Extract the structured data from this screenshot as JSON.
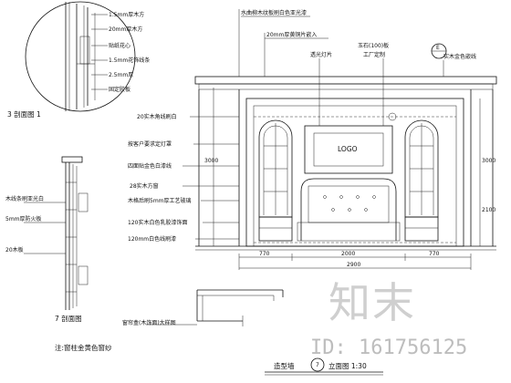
{
  "section_a": {
    "leaders": [
      "1.5mm厚木方",
      "20mm厚木方",
      "贴纸花心",
      "1.5mm花饰线条",
      "2.5mm厚",
      "固定胶板"
    ],
    "caption": "3 剖面图 1"
  },
  "section_b": {
    "leaders": [
      "木线条刷亚光白",
      "5mm厚防火板",
      "20木板"
    ],
    "caption": "7 剖面图"
  },
  "top_notes": [
    "水曲柳木纹板刷白色亚光漆",
    "20mm厚黄铜片嵌入",
    "透光灯片",
    "玉石(100)板",
    "工厂定制",
    "实木金色嵌线"
  ],
  "elevation_notes": [
    "20实木角线刷白",
    "按客户要求定灯罩",
    "四面贴金色白漆线",
    "28实木方窗",
    "木格后刷5mm厚工艺玻璃",
    "120实木白色乳胶漆饰面",
    "120mm白色线刷漆"
  ],
  "dims": {
    "bottom_total": "2900",
    "bottom_parts": [
      "770",
      "2000",
      "770"
    ],
    "side_heights": [
      "3000",
      "2100",
      "3000"
    ]
  },
  "window_section_label": "窗帘盒(木饰面)大样图",
  "footnote": "注:窗柱金黄色窗纱",
  "title": {
    "name": "造型墙",
    "number": "7",
    "suffix": "立面图 1:30"
  },
  "panel_text": "LOGO",
  "bubble_label": "E",
  "watermark": {
    "brand": "知末",
    "id": "ID: 161756125"
  }
}
